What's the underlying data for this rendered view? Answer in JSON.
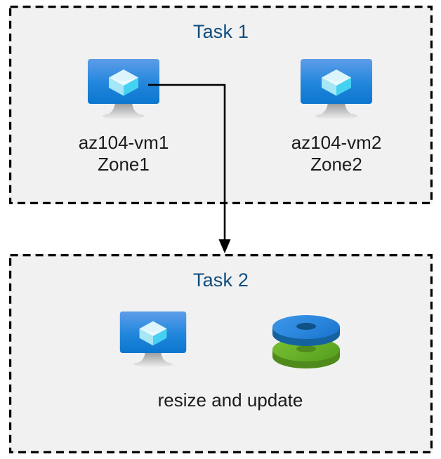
{
  "diagram": {
    "title_color": "#104D7E",
    "label_color": "#1B1B1B",
    "box_fill": "#F1F1F1",
    "box_border_color": "#000000",
    "page_background": "#FFFFFF",
    "connector_color": "#000000"
  },
  "task1": {
    "title": "Task 1",
    "nodes": [
      {
        "icon": "virtual-machine-icon",
        "label": "az104-vm1\nZone1",
        "name": "az104-vm1",
        "zone": "Zone1"
      },
      {
        "icon": "virtual-machine-icon",
        "label": "az104-vm2\nZone2",
        "name": "az104-vm2",
        "zone": "Zone2"
      }
    ]
  },
  "task2": {
    "title": "Task 2",
    "node": {
      "icons": [
        "virtual-machine-icon",
        "disks-icon"
      ],
      "label": "resize and update"
    }
  },
  "connector": {
    "from": "az104-vm1",
    "to": "Task 2",
    "style": "elbow-arrow"
  },
  "colors": {
    "vm_screen_top": "#5B9BE8",
    "vm_screen_bottom": "#0F7BD4",
    "vm_cube_light": "#D9F4FB",
    "vm_cube_mid": "#9CE4F5",
    "vm_cube_bright": "#41D3F2",
    "vm_stand": "#9E9E9E",
    "disk_blue": "#2E8FE0",
    "disk_blue_dark": "#1566A8",
    "disk_green": "#6CB32A",
    "disk_green_dark": "#4E8A1C"
  }
}
